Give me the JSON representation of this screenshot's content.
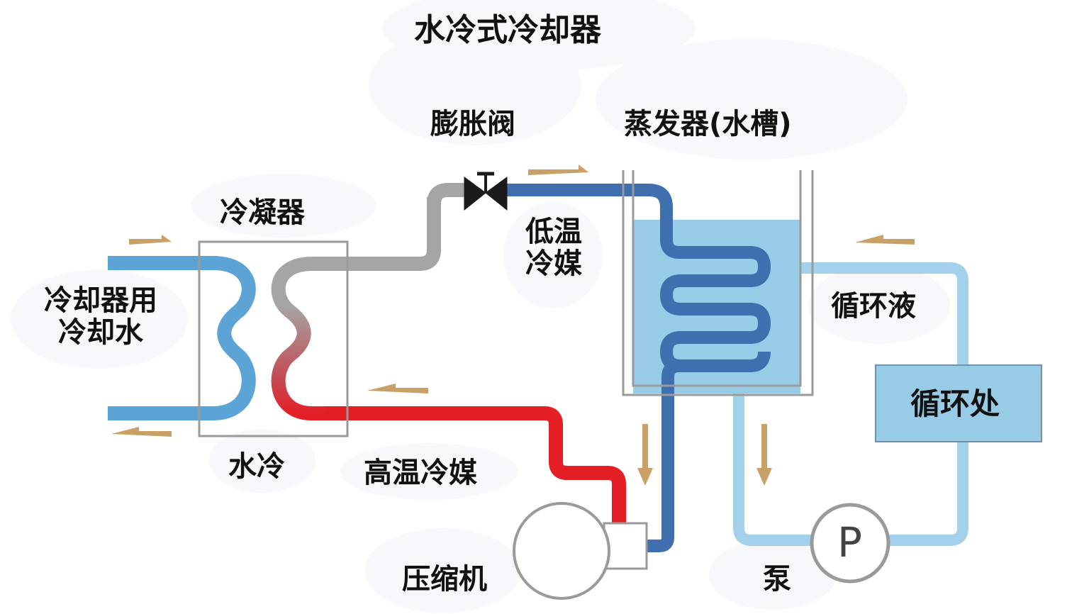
{
  "title": "水冷式冷却器",
  "labels": {
    "expansion_valve": "膨胀阀",
    "evaporator": "蒸发器(水槽)",
    "condenser": "冷凝器",
    "cooling_water": "冷却器用\n冷却水",
    "water_cooled": "水冷",
    "low_temp_refrigerant": "低温\n冷媒",
    "high_temp_refrigerant": "高温冷媒",
    "circulating_fluid": "循环液",
    "circulation_point": "循环处",
    "compressor": "压缩机",
    "pump": "泵",
    "pump_symbol": "P"
  },
  "colors": {
    "cooling_water_pipe": "#5da4d6",
    "gas_pipe": "#a5a5a5",
    "hot_refrigerant": "#e41e25",
    "cold_refrigerant": "#3f6fae",
    "circulating_fluid_pipe": "#a3d0ea",
    "tank_water": "#98cbe6",
    "flow_arrow": "#c9a166",
    "frame": "#9a9a9a"
  }
}
